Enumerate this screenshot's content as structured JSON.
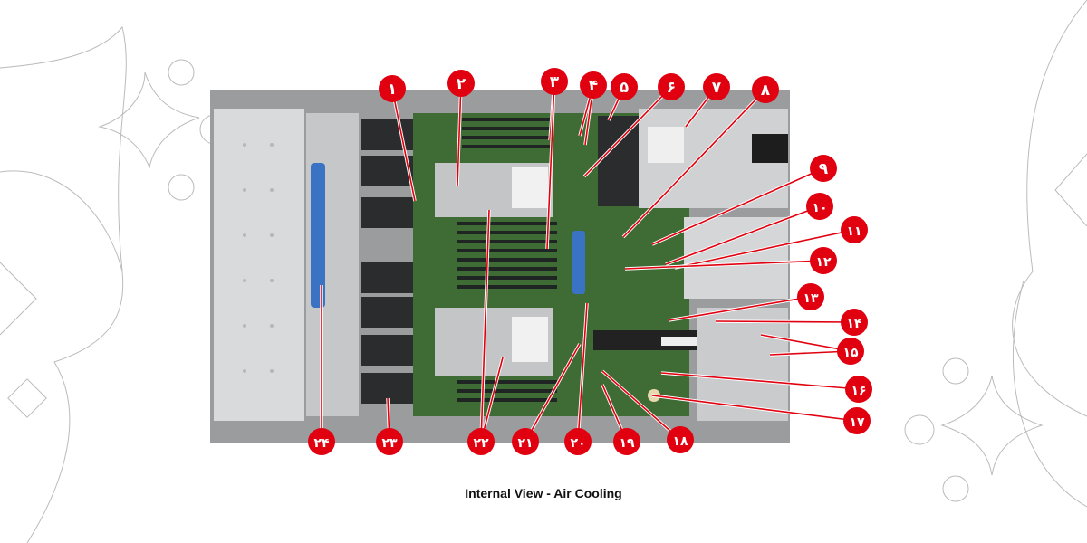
{
  "caption": "Internal View - Air Cooling",
  "colors": {
    "callout": "#e1000f",
    "board": "#3f6b34",
    "metal": "#c9cbcc"
  },
  "callouts": [
    {
      "label": "۱"
    },
    {
      "label": "۲"
    },
    {
      "label": "۳"
    },
    {
      "label": "۴"
    },
    {
      "label": "۵"
    },
    {
      "label": "۶"
    },
    {
      "label": "۷"
    },
    {
      "label": "۸"
    },
    {
      "label": "۹"
    },
    {
      "label": "۱۰"
    },
    {
      "label": "۱۱"
    },
    {
      "label": "۱۲"
    },
    {
      "label": "۱۳"
    },
    {
      "label": "۱۴"
    },
    {
      "label": "۱۵"
    },
    {
      "label": "۱۶"
    },
    {
      "label": "۱۷"
    },
    {
      "label": "۱۸"
    },
    {
      "label": "۱۹"
    },
    {
      "label": "۲۰"
    },
    {
      "label": "۲۱"
    },
    {
      "label": "۲۲"
    },
    {
      "label": "۲۳"
    },
    {
      "label": "۲۴"
    }
  ]
}
